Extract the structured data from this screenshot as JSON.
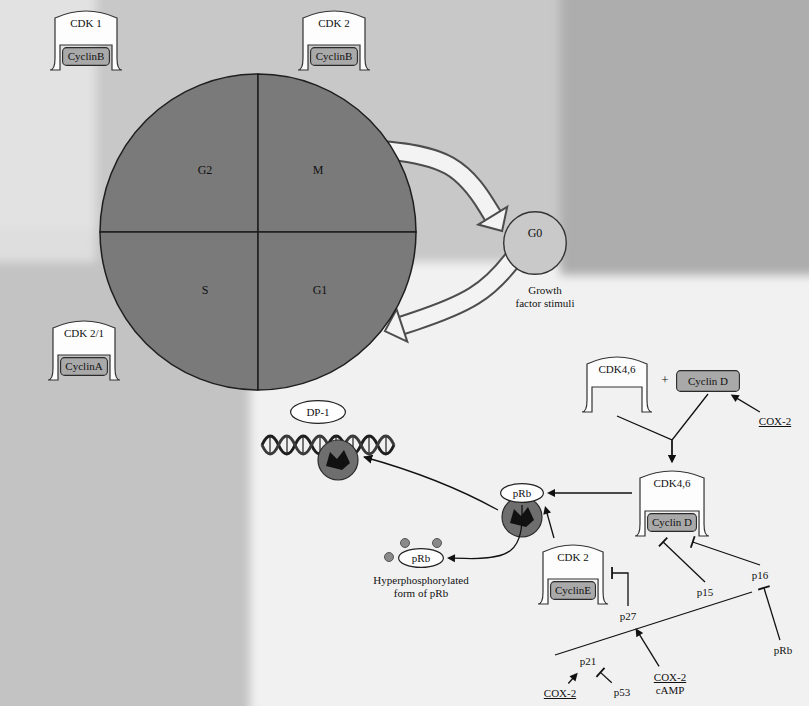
{
  "diagram": {
    "nodes": [
      {
        "text": [
          "CDK 1"
        ]
      },
      {
        "text": [
          "CyclinB"
        ],
        "in": 0
      },
      {
        "text": [
          "CDK 2"
        ]
      },
      {
        "text": [
          "CyclinB"
        ],
        "in": 2
      },
      {
        "text": [
          "G2"
        ]
      },
      {
        "text": [
          "M"
        ]
      },
      {
        "text": [
          "G0"
        ]
      },
      {
        "text": [
          "S"
        ]
      },
      {
        "text": [
          "G1"
        ]
      },
      {
        "text": [
          "CDK 2/1"
        ]
      },
      {
        "text": [
          "CyclinA"
        ],
        "in": 9
      },
      {
        "text": [
          "CDK4,6"
        ]
      },
      {
        "text": [
          "Cyclin D"
        ]
      },
      {
        "text": [
          "DP-1"
        ]
      },
      {
        "text": [
          "COX-2"
        ]
      },
      {
        "text": [
          "CDK4,6"
        ]
      },
      {
        "text": [
          "Cyclin D"
        ],
        "in": 15
      },
      {
        "text": [
          "pRb"
        ]
      },
      {
        "text": [
          "CDK 2"
        ]
      },
      {
        "text": [
          "CyclinE"
        ],
        "in": 18
      },
      {
        "text": [
          "pRb"
        ]
      },
      {
        "text": [
          "p16"
        ]
      },
      {
        "text": [
          "p15"
        ]
      },
      {
        "text": [
          "p27"
        ]
      },
      {
        "text": [
          "p21"
        ]
      },
      {
        "text": [
          "pRb"
        ]
      },
      {
        "text": [
          "p53"
        ]
      },
      {
        "text": [
          "COX-2"
        ]
      },
      {
        "text": [
          "COX-2",
          "cAMP"
        ]
      }
    ],
    "edges": [
      {
        "from": 5,
        "to": 6,
        "arrow": "to"
      },
      {
        "from": 6,
        "to": 8,
        "arrow": "to"
      },
      {
        "from": 14,
        "to": 12,
        "arrow": "to"
      },
      {
        "from": 11,
        "to": 15,
        "arrow": "to"
      },
      {
        "from": 12,
        "to": 15,
        "arrow": "to"
      },
      {
        "from": 15,
        "to": 17,
        "arrow": "to"
      },
      {
        "from": 18,
        "to": 17,
        "arrow": "to"
      },
      {
        "from": 17,
        "to": 20,
        "arrow": "to"
      },
      {
        "from": 23,
        "to": 18,
        "arrow": "to"
      },
      {
        "from": 22,
        "to": 15,
        "arrow": "to"
      },
      {
        "from": 21,
        "to": 15,
        "arrow": "to"
      },
      {
        "from": 25,
        "to": 21,
        "arrow": "to"
      },
      {
        "from": 26,
        "to": 24,
        "arrow": "to"
      },
      {
        "from": 27,
        "to": 24,
        "arrow": "to"
      },
      {
        "from": 28,
        "to": 23,
        "arrow": "to"
      }
    ],
    "labels": [
      "Growth factor stimuli",
      "+",
      "Hyperphosphorylated form of pRb"
    ]
  }
}
